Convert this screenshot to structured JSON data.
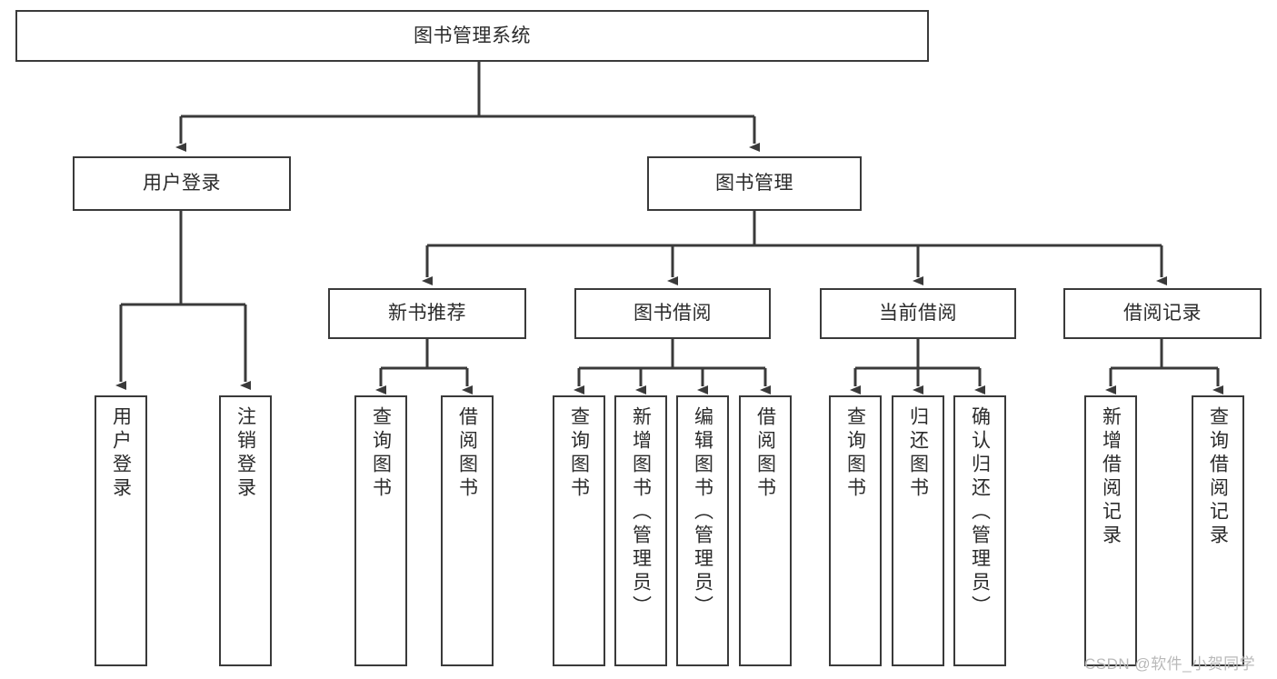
{
  "diagram": {
    "title": "图书管理系统",
    "type": "tree",
    "orientation": "top-down",
    "colors": {
      "background": "#ffffff",
      "box_border": "#3a3a3a",
      "box_fill": "#ffffff",
      "edge": "#3a3a3a",
      "text": "#2b2b2b",
      "watermark": "#b9b9b9"
    },
    "nodes": {
      "root": {
        "label": "图书管理系统",
        "orientation": "horizontal"
      },
      "level1": [
        {
          "label": "用户登录",
          "orientation": "horizontal"
        },
        {
          "label": "图书管理",
          "orientation": "horizontal"
        }
      ],
      "level2": [
        {
          "label": "新书推荐",
          "orientation": "horizontal"
        },
        {
          "label": "图书借阅",
          "orientation": "horizontal"
        },
        {
          "label": "当前借阅",
          "orientation": "horizontal"
        },
        {
          "label": "借阅记录",
          "orientation": "horizontal"
        }
      ],
      "leaves": {
        "user_login": [
          {
            "label": "用户登录",
            "orientation": "vertical"
          },
          {
            "label": "注销登录",
            "orientation": "vertical"
          }
        ],
        "new_book_recommend": [
          {
            "label": "查询图书",
            "orientation": "vertical"
          },
          {
            "label": "借阅图书",
            "orientation": "vertical"
          }
        ],
        "book_borrow": [
          {
            "label": "查询图书",
            "orientation": "vertical"
          },
          {
            "label": "新增图书（管理员）",
            "orientation": "vertical"
          },
          {
            "label": "编辑图书（管理员）",
            "orientation": "vertical"
          },
          {
            "label": "借阅图书",
            "orientation": "vertical"
          }
        ],
        "current_borrow": [
          {
            "label": "查询图书",
            "orientation": "vertical"
          },
          {
            "label": "归还图书",
            "orientation": "vertical"
          },
          {
            "label": "确认归还（管理员）",
            "orientation": "vertical"
          }
        ],
        "borrow_record": [
          {
            "label": "新增借阅记录",
            "orientation": "vertical"
          },
          {
            "label": "查询借阅记录",
            "orientation": "vertical"
          }
        ]
      }
    },
    "watermark": "CSDN @软件_小贺同学"
  }
}
